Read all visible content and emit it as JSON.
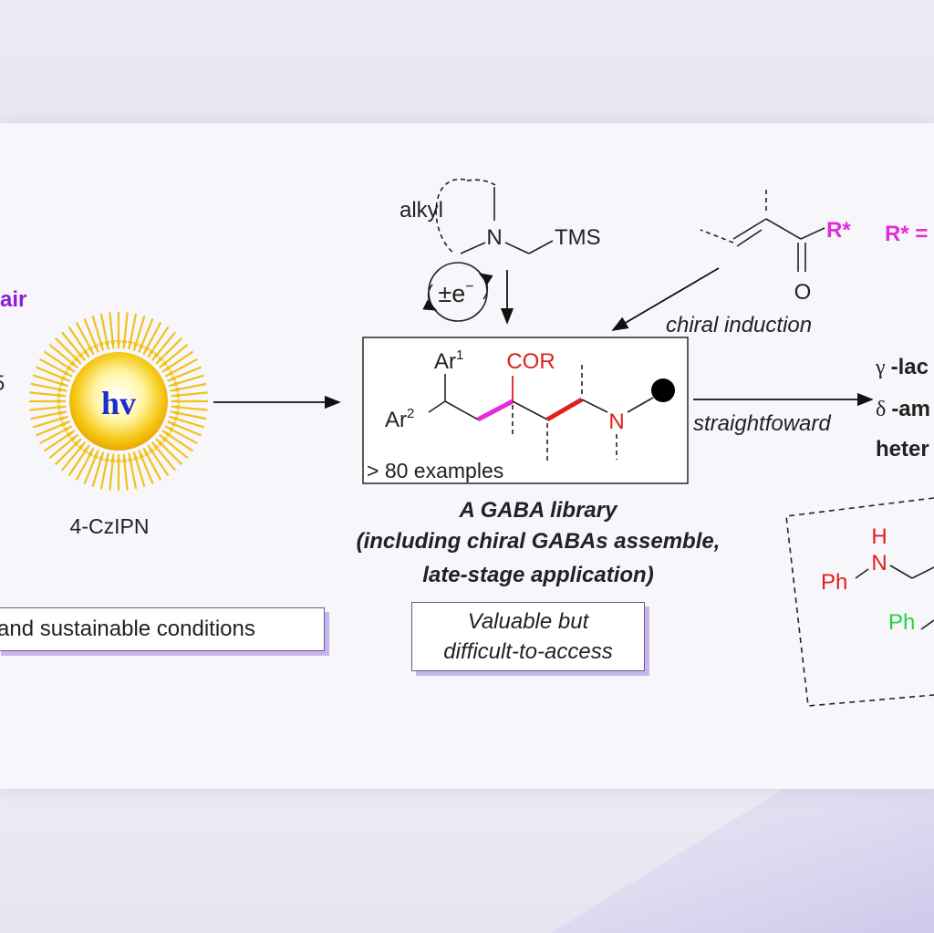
{
  "left": {
    "partial_text": "air",
    "partial_digit": "5",
    "photon": "hv",
    "catalyst": "4-CzIPN",
    "conditions_box": "and sustainable conditions"
  },
  "top": {
    "alkyl": "alkyl",
    "nitrogen": "N",
    "tms": "TMS",
    "electron": "±e",
    "electron_sup": "−",
    "acceptor_r": "R*",
    "acceptor_o": "O",
    "r_def": "R* =",
    "chiral_induction": "chiral induction"
  },
  "product_box": {
    "ar1": "Ar",
    "ar1_sup": "1",
    "ar2": "Ar",
    "ar2_sup": "2",
    "cor": "COR",
    "n": "N",
    "examples": "> 80 examples"
  },
  "caption": {
    "line1": "A GABA library",
    "line2": "(including chiral GABAs assemble,",
    "line3": "late-stage application)"
  },
  "valuable_box": {
    "line1": "Valuable but",
    "line2": "difficult-to-access"
  },
  "right": {
    "arrow_label": "straightfoward",
    "item1_symbol": "γ",
    "item1_text": "-lac",
    "item2_symbol": "δ",
    "item2_text": "-am",
    "item3_text": "heter",
    "inset_h": "H",
    "inset_n": "N",
    "inset_ph1": "Ph",
    "inset_ph2": "Ph"
  },
  "colors": {
    "purple": "#8b1fd6",
    "magenta": "#e32bd9",
    "red": "#e0201c",
    "green": "#22d63a",
    "blue": "#1a2bd0",
    "box_shadow": "#c7b6ec"
  }
}
